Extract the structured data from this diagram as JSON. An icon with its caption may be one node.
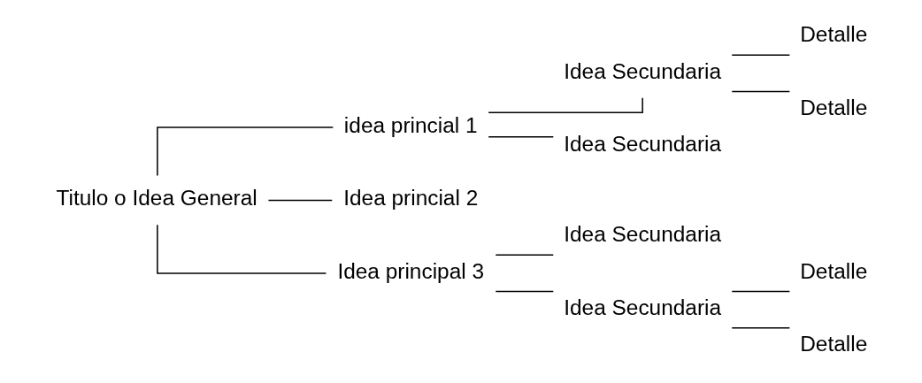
{
  "diagram": {
    "nodes": [
      {
        "text": [
          "Titulo o Idea General"
        ]
      },
      {
        "text": [
          "idea princial 1"
        ]
      },
      {
        "text": [
          "Idea princial 2"
        ]
      },
      {
        "text": [
          "Idea principal 3"
        ]
      },
      {
        "text": [
          "Idea Secundaria"
        ]
      },
      {
        "text": [
          "Idea Secundaria"
        ]
      },
      {
        "text": [
          "Detalle"
        ]
      },
      {
        "text": [
          "Detalle"
        ]
      },
      {
        "text": [
          "Idea Secundaria"
        ]
      },
      {
        "text": [
          "Idea Secundaria"
        ]
      },
      {
        "text": [
          "Detalle"
        ]
      },
      {
        "text": [
          "Detalle"
        ]
      }
    ],
    "edges": [
      {
        "from": 0,
        "to": 1,
        "arrow": "none"
      },
      {
        "from": 0,
        "to": 2,
        "arrow": "none"
      },
      {
        "from": 0,
        "to": 3,
        "arrow": "none"
      },
      {
        "from": 1,
        "to": 4,
        "arrow": "none"
      },
      {
        "from": 1,
        "to": 5,
        "arrow": "none"
      },
      {
        "from": 4,
        "to": 6,
        "arrow": "none"
      },
      {
        "from": 4,
        "to": 7,
        "arrow": "none"
      },
      {
        "from": 3,
        "to": 8,
        "arrow": "none"
      },
      {
        "from": 3,
        "to": 9,
        "arrow": "none"
      },
      {
        "from": 9,
        "to": 10,
        "arrow": "none"
      },
      {
        "from": 9,
        "to": 11,
        "arrow": "none"
      }
    ]
  }
}
